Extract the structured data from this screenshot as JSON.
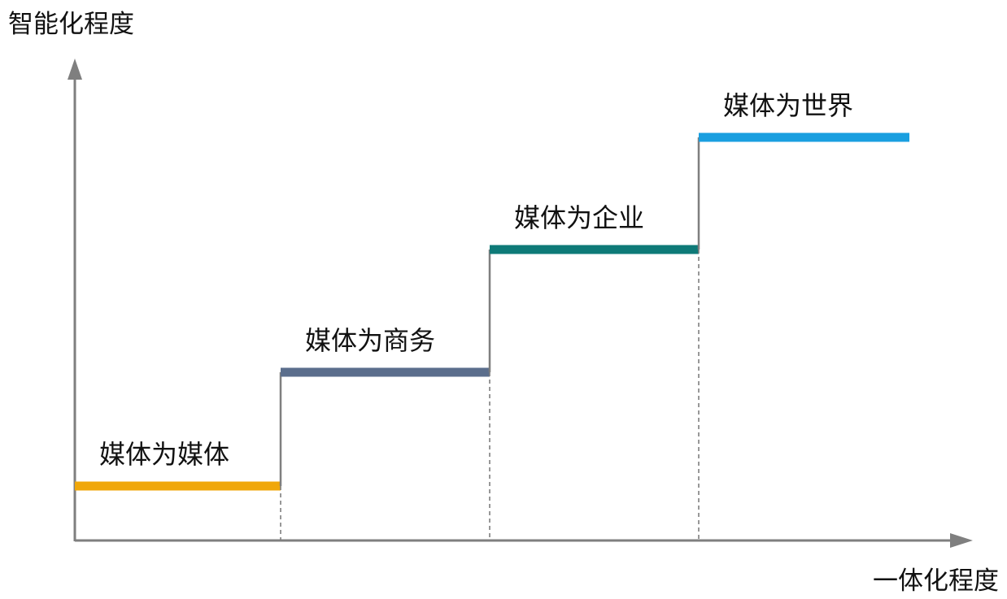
{
  "axes": {
    "y_label": "智能化程度",
    "x_label": "一体化程度"
  },
  "stages": [
    {
      "label": "媒体为媒体",
      "level": 1,
      "color": "#F0A70A"
    },
    {
      "label": "媒体为商务",
      "level": 2,
      "color": "#5B6E8C"
    },
    {
      "label": "媒体为企业",
      "level": 3,
      "color": "#0E7A78"
    },
    {
      "label": "媒体为世界",
      "level": 4,
      "color": "#1A9FE0"
    }
  ],
  "colors": {
    "axis": "#7F7F7F",
    "connector": "#7F7F7F",
    "dashed": "#7F7F7F"
  }
}
